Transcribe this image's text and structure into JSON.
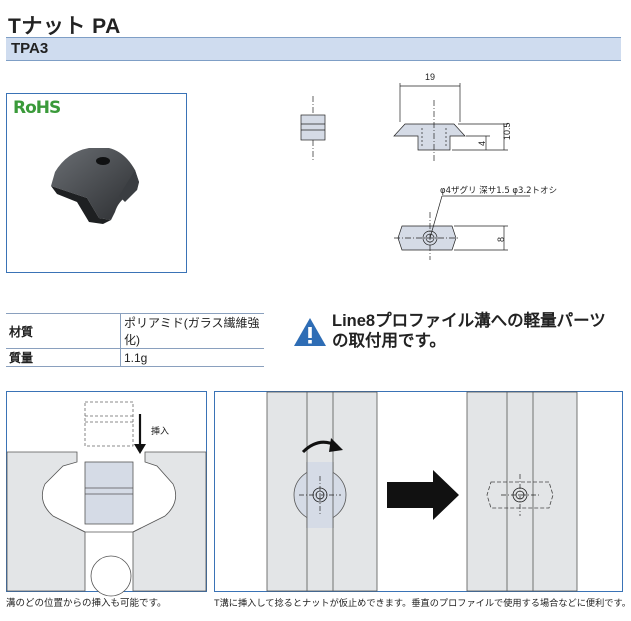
{
  "header": {
    "title": "Tナット PA",
    "model": "TPA3"
  },
  "badge": {
    "rohs": "RoHS"
  },
  "spec": [
    {
      "key": "材質",
      "value": "ポリアミド(ガラス繊維強化)"
    },
    {
      "key": "質量",
      "value": "1.1g"
    }
  ],
  "notice": {
    "line1": "Line8プロファイル溝への軽量パーツ",
    "line2": "の取付用です。"
  },
  "drawing": {
    "dim_width": "19",
    "dim_height": "10.5",
    "dim_step": "4",
    "dim_depth": "8",
    "hole_note": "φ4ザグリ 深サ1.5 φ3.2トオシ"
  },
  "insert": {
    "label": "挿入"
  },
  "captions": {
    "left": "溝のどの位置からの挿入も可能です。",
    "right": "T溝に挿入して捻るとナットが仮止めできます。垂直のプロファイルで使用する場合などに便利です。"
  },
  "colors": {
    "accent": "#3a73b6",
    "bar": "#cfdcef",
    "profile": "#e3e5e7",
    "part": "#d5dbe6",
    "warning": "#2e6db5",
    "rohs": "#3a9a3a"
  }
}
